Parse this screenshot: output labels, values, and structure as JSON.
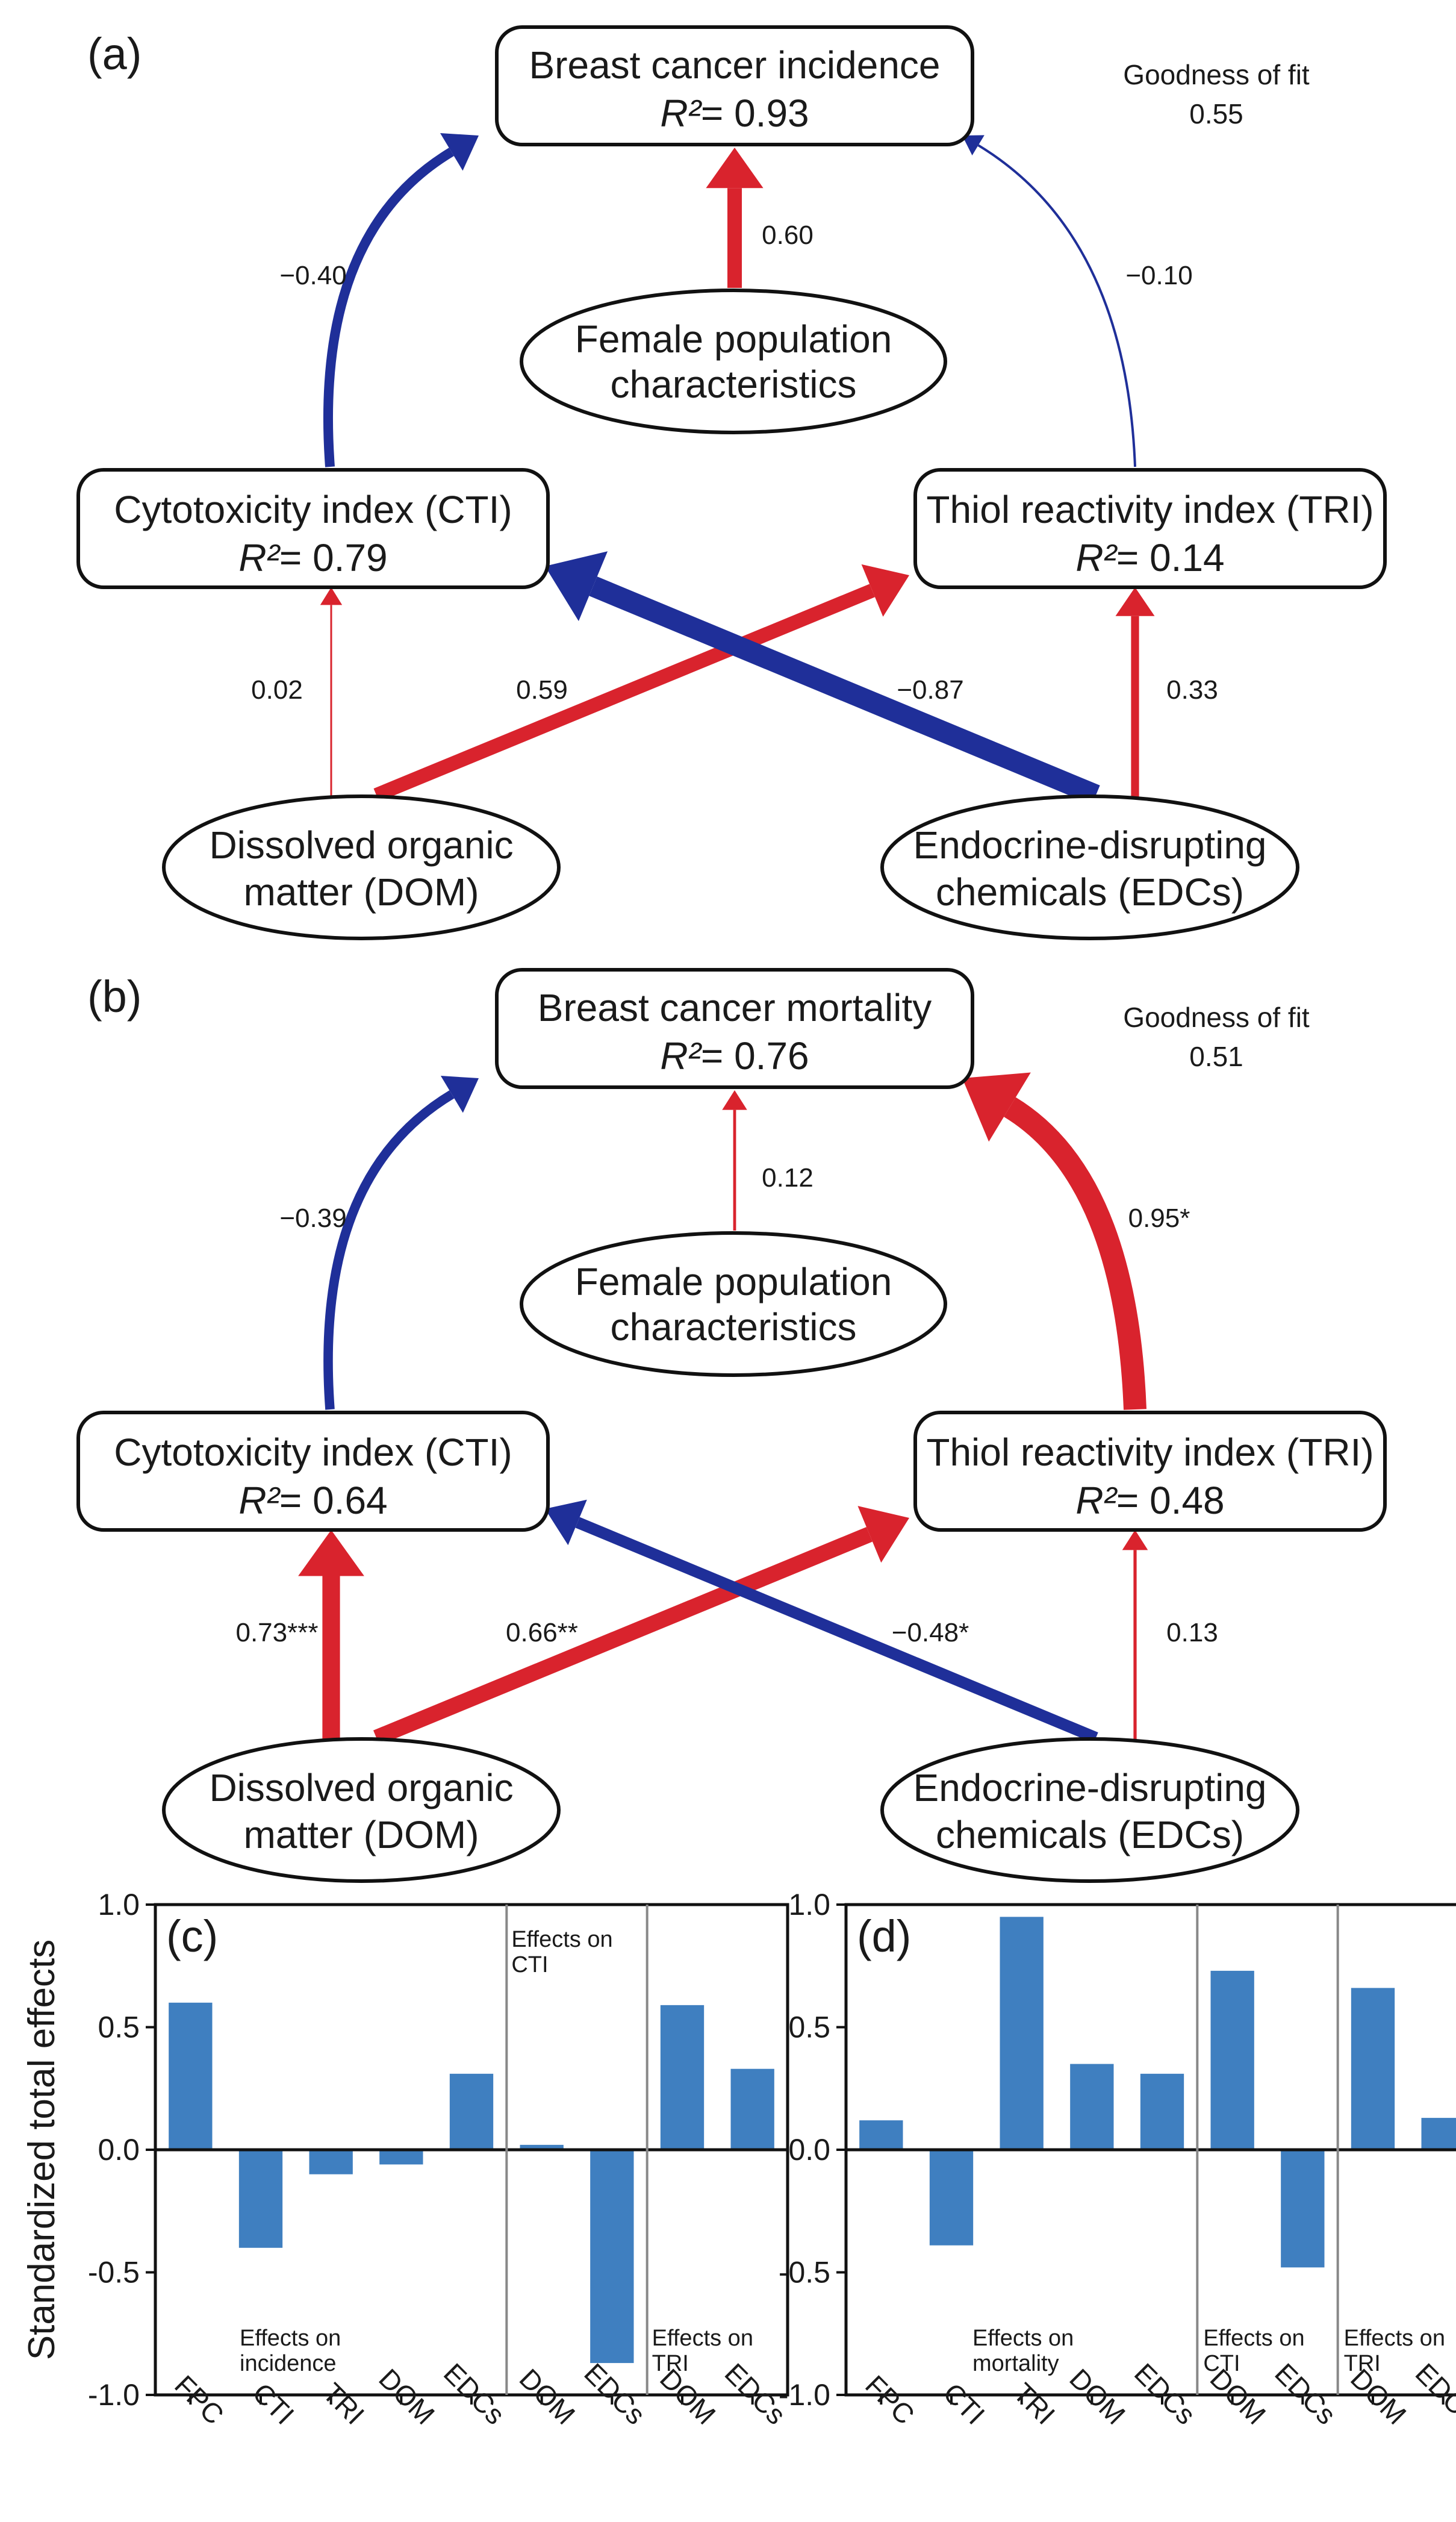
{
  "colors": {
    "positive_path": "#d9232d",
    "negative_path": "#1f2f99",
    "bar": "#3f7fc0",
    "ink": "#1a1a1a"
  },
  "panel_a": {
    "label": "(a)",
    "gof_label": "Goodness of fit",
    "gof_value": "0.55",
    "outcome": {
      "name": "Breast cancer incidence",
      "r2_prefix": "R²",
      "r2_value": "= 0.93"
    },
    "fpc": {
      "line1": "Female population",
      "line2": "characteristics"
    },
    "cti": {
      "name": "Cytotoxicity index (CTI)",
      "r2_prefix": "R²",
      "r2_value": "= 0.79"
    },
    "tri": {
      "name": "Thiol reactivity index (TRI)",
      "r2_prefix": "R²",
      "r2_value": "= 0.14"
    },
    "dom": {
      "line1": "Dissolved organic",
      "line2": "matter (DOM)"
    },
    "edc": {
      "line1": "Endocrine-disrupting",
      "line2": "chemicals (EDCs)"
    },
    "paths": [
      {
        "id": "cti-outcome",
        "coef": "−0.40",
        "value": -0.4
      },
      {
        "id": "fpc-outcome",
        "coef": "0.60",
        "value": 0.6
      },
      {
        "id": "tri-outcome",
        "coef": "−0.10",
        "value": -0.1
      },
      {
        "id": "dom-cti",
        "coef": "0.02",
        "value": 0.02
      },
      {
        "id": "dom-tri",
        "coef": "0.59",
        "value": 0.59
      },
      {
        "id": "edc-cti",
        "coef": "−0.87",
        "value": -0.87
      },
      {
        "id": "edc-tri",
        "coef": "0.33",
        "value": 0.33
      }
    ]
  },
  "panel_b": {
    "label": "(b)",
    "gof_label": "Goodness of fit",
    "gof_value": "0.51",
    "outcome": {
      "name": "Breast cancer mortality",
      "r2_prefix": "R²",
      "r2_value": "= 0.76"
    },
    "fpc": {
      "line1": "Female population",
      "line2": "characteristics"
    },
    "cti": {
      "name": "Cytotoxicity index (CTI)",
      "r2_prefix": "R²",
      "r2_value": "= 0.64"
    },
    "tri": {
      "name": "Thiol reactivity index (TRI)",
      "r2_prefix": "R²",
      "r2_value": "= 0.48"
    },
    "dom": {
      "line1": "Dissolved organic",
      "line2": "matter (DOM)"
    },
    "edc": {
      "line1": "Endocrine-disrupting",
      "line2": "chemicals (EDCs)"
    },
    "paths": [
      {
        "id": "cti-outcome",
        "coef": "−0.39",
        "value": -0.39
      },
      {
        "id": "fpc-outcome",
        "coef": "0.12",
        "value": 0.12
      },
      {
        "id": "tri-outcome",
        "coef": "0.95*",
        "value": 0.95
      },
      {
        "id": "dom-cti",
        "coef": "0.73***",
        "value": 0.73
      },
      {
        "id": "dom-tri",
        "coef": "0.66**",
        "value": 0.66
      },
      {
        "id": "edc-cti",
        "coef": "−0.48*",
        "value": -0.48
      },
      {
        "id": "edc-tri",
        "coef": "0.13",
        "value": 0.13
      }
    ]
  },
  "chart_data": [
    {
      "panel": "(c)",
      "type": "bar",
      "ylabel": "Standardized total effects",
      "ylim": [
        -1.0,
        1.0
      ],
      "yticks": [
        "1.0",
        "0.5",
        "0.0",
        "-0.5",
        "-1.0"
      ],
      "categories": [
        "FPC",
        "CTI",
        "TRI",
        "DOM",
        "EDCs",
        "DOM",
        "EDCs",
        "DOM",
        "EDCs"
      ],
      "values": [
        0.6,
        -0.4,
        -0.1,
        -0.06,
        0.31,
        0.02,
        -0.87,
        0.59,
        0.33
      ],
      "groups": [
        {
          "label_lines": [
            "Effects on",
            "incidence"
          ],
          "from": 0,
          "to": 4
        },
        {
          "label_lines": [
            "Effects on",
            "CTI"
          ],
          "from": 5,
          "to": 6
        },
        {
          "label_lines": [
            "Effects on",
            "TRI"
          ],
          "from": 7,
          "to": 8
        }
      ]
    },
    {
      "panel": "(d)",
      "type": "bar",
      "ylim": [
        -1.0,
        1.0
      ],
      "yticks": [
        "1.0",
        "0.5",
        "0.0",
        "-0.5",
        "-1.0"
      ],
      "categories": [
        "FPC",
        "CTI",
        "TRI",
        "DOM",
        "EDCs",
        "DOM",
        "EDCs",
        "DOM",
        "EDCs"
      ],
      "values": [
        0.12,
        -0.39,
        0.95,
        0.35,
        0.31,
        0.73,
        -0.48,
        0.66,
        0.13
      ],
      "groups": [
        {
          "label_lines": [
            "Effects on",
            "mortality"
          ],
          "from": 0,
          "to": 4
        },
        {
          "label_lines": [
            "Effects on",
            "CTI"
          ],
          "from": 5,
          "to": 6
        },
        {
          "label_lines": [
            "Effects on",
            "TRI"
          ],
          "from": 7,
          "to": 8
        }
      ]
    }
  ]
}
